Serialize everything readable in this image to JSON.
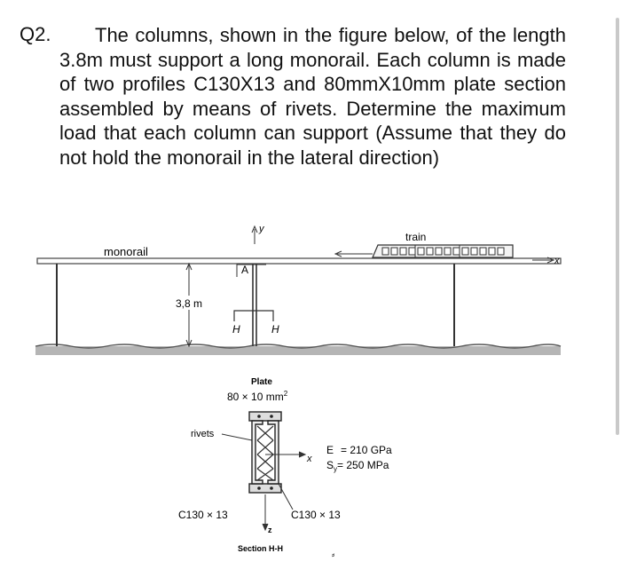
{
  "question": {
    "number": "Q2.",
    "text": "The columns, shown in the figure below, of the length 3.8m must support a long monorail. Each column is made of two profiles C130X13 and 80mmX10mm plate section assembled by means of rivets. Determine the maximum load that each column can support (Assume that they do not hold the monorail in the lateral direction)"
  },
  "figure": {
    "top": {
      "monorail": "monorail",
      "train": "train",
      "axis_y": "y",
      "axis_x": "x",
      "section_mark": "A",
      "height": "3,8 m",
      "cut_left": "H",
      "cut_right": "H"
    },
    "section": {
      "plate_label": "Plate",
      "plate_dims": "80 × 10 mm",
      "plate_exp": "2",
      "rivets": "rivets",
      "axis_x": "x",
      "axis_z": "z",
      "e_label": "E",
      "e_value": "= 210 GPa",
      "sy_label": "S",
      "sy_sub": "y",
      "sy_value": "= 250 MPa",
      "left_profile": "C130 × 13",
      "right_profile": "C130 × 13",
      "caption": "Section H-H"
    }
  }
}
